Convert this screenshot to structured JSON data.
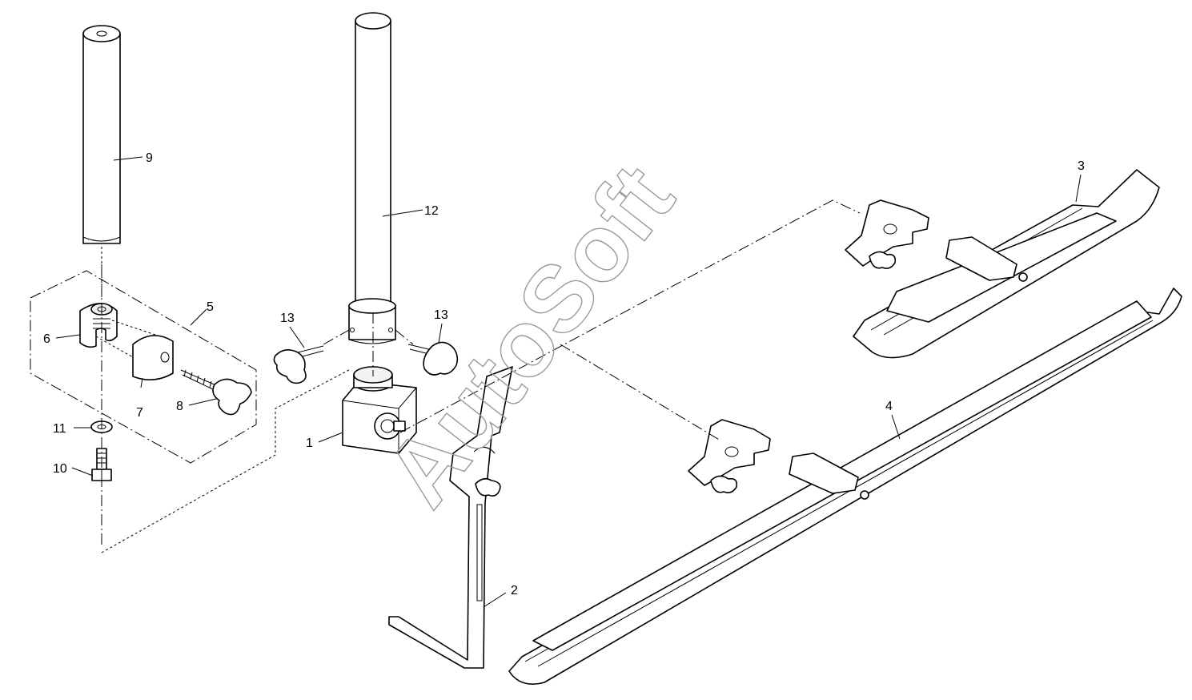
{
  "callouts": {
    "c1": "1",
    "c2": "2",
    "c3": "3",
    "c4": "4",
    "c5": "5",
    "c6": "6",
    "c7": "7",
    "c8": "8",
    "c9": "9",
    "c10": "10",
    "c11": "11",
    "c12": "12",
    "c13a": "13",
    "c13b": "13"
  },
  "watermark": "AutoSoft",
  "colors": {
    "line": "#000000",
    "watermark": "#9a9a9a",
    "background": "#ffffff"
  }
}
